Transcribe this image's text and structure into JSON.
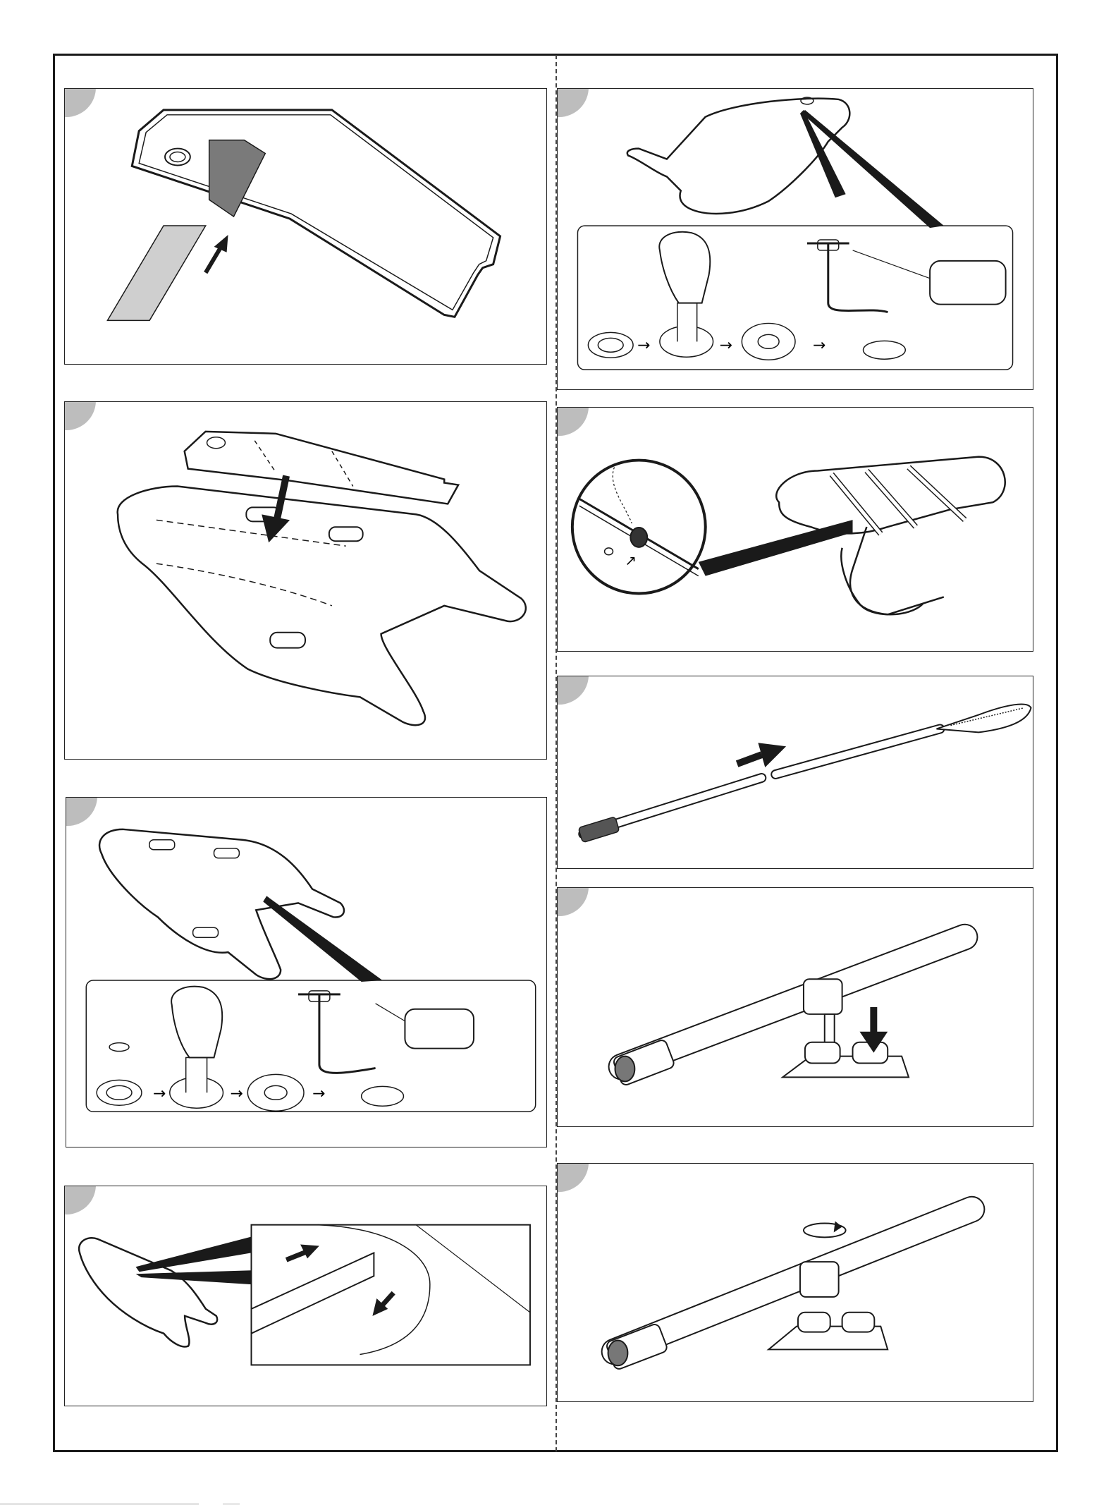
{
  "panels": [
    {
      "id": "p1",
      "caption": ""
    },
    {
      "id": "p2",
      "caption": ""
    },
    {
      "id": "p3",
      "caption": ""
    },
    {
      "id": "p4",
      "caption": ""
    },
    {
      "id": "p5",
      "caption": ""
    },
    {
      "id": "p6",
      "caption": ""
    },
    {
      "id": "p7",
      "caption": ""
    },
    {
      "id": "p8",
      "caption": ""
    },
    {
      "id": "p9",
      "caption": ""
    }
  ],
  "colors": {
    "line": "#1a1a1a",
    "tab": "#bdbdbd",
    "dark_fill": "#7a7a7a",
    "light_fill": "#cfcfcf"
  }
}
